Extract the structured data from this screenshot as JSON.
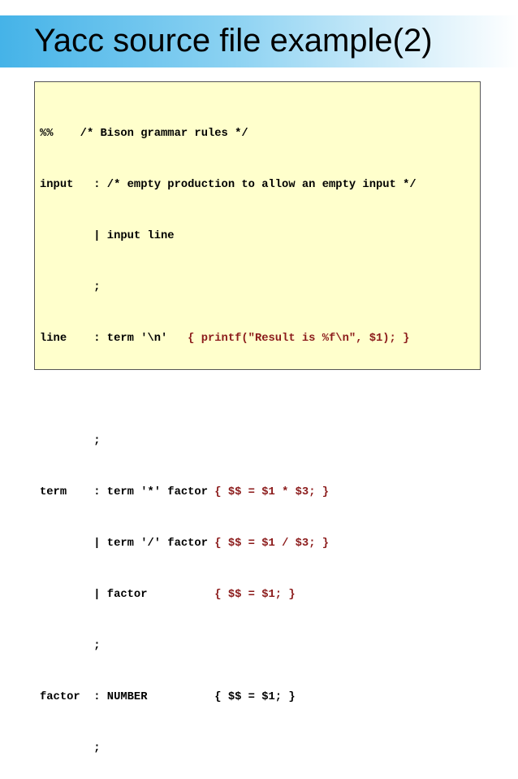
{
  "slide": {
    "title": "Yacc source file example(2)",
    "colors": {
      "title_gradient_start": "#45b3e8",
      "code_background": "#ffffcc",
      "action_text": "#8b1a1a"
    }
  },
  "code_lines": [
    {
      "rule": "%%    /* Bison grammar rules */",
      "action": ""
    },
    {
      "rule": "input   : /* empty production to allow an empty input */",
      "action": ""
    },
    {
      "rule": "        | input line",
      "action": ""
    },
    {
      "rule": "        ;",
      "action": ""
    },
    {
      "rule": "line    : term '\\n'   ",
      "action": "{ printf(\"Result is %f\\n\", $1); }"
    },
    {
      "rule": "",
      "action": ""
    },
    {
      "rule": "        ;",
      "action": ""
    },
    {
      "rule": "term    : term '*' factor ",
      "action": "{ $$ = $1 * $3; }"
    },
    {
      "rule": "        | term '/' factor ",
      "action": "{ $$ = $1 / $3; }"
    },
    {
      "rule": "        | factor          ",
      "action": "{ $$ = $1; }"
    },
    {
      "rule": "        ;",
      "action": ""
    },
    {
      "rule": "factor  : NUMBER          { $$ = $1; }",
      "action": ""
    },
    {
      "rule": "        ;",
      "action": ""
    }
  ]
}
